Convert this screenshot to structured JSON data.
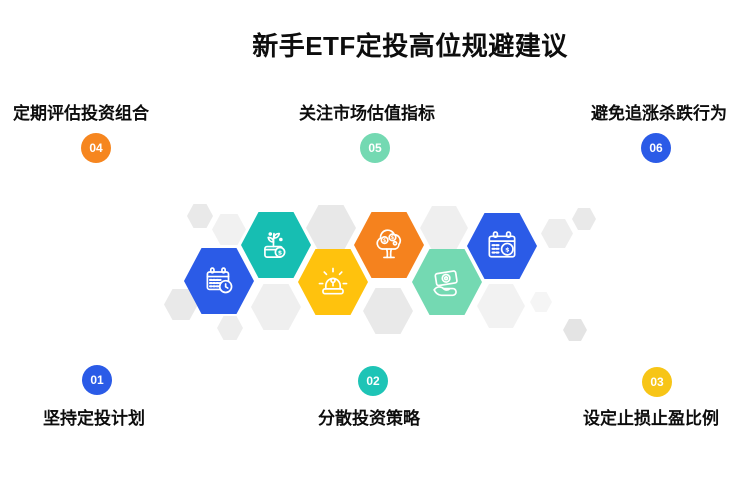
{
  "title": "新手ETF定投高位规避建议",
  "background_color": "#FFFFFF",
  "steps": [
    {
      "number": "01",
      "label": "坚持定投计划",
      "color": "#2B5BE7",
      "position": "bottom-left"
    },
    {
      "number": "02",
      "label": "分散投资策略",
      "color": "#1EC4B6",
      "position": "bottom-center"
    },
    {
      "number": "03",
      "label": "设定止损止盈比例",
      "color": "#F7C517",
      "position": "bottom-right"
    },
    {
      "number": "04",
      "label": "定期评估投资组合",
      "color": "#F6861F",
      "position": "top-left"
    },
    {
      "number": "05",
      "label": "关注市场估值指标",
      "color": "#74D9B2",
      "position": "top-center"
    },
    {
      "number": "06",
      "label": "避免追涨杀跌行为",
      "color": "#2B5BE7",
      "position": "top-right"
    }
  ],
  "hexagons": [
    {
      "icon": "calendar-clock-icon",
      "color": "#2B5BE7"
    },
    {
      "icon": "sprout-wallet-icon",
      "color": "#17BEB2"
    },
    {
      "icon": "alarm-dollar-icon",
      "color": "#FFC20D"
    },
    {
      "icon": "money-tree-icon",
      "color": "#F5821E"
    },
    {
      "icon": "hand-wallet-icon",
      "color": "#74D9B2"
    },
    {
      "icon": "calendar-dollar-icon",
      "color": "#2B5BE7"
    }
  ]
}
